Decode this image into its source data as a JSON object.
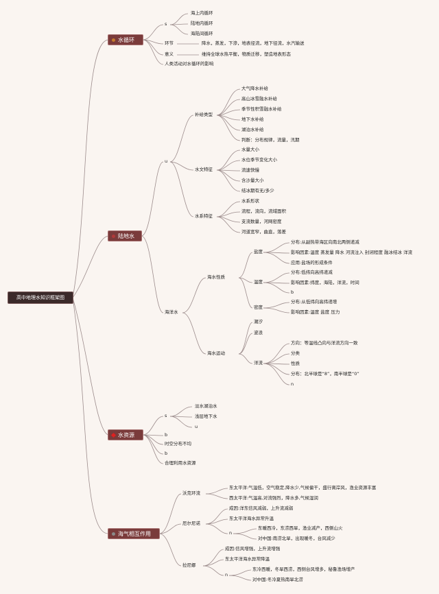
{
  "root": "高中地理水知识框架图",
  "branches": {
    "b1": {
      "title": "水循环",
      "icon": "bullet-icon",
      "icon_color": "#c47a2c",
      "s": "s",
      "s_items": [
        "海上内循环",
        "陆地内循环",
        "海陆间循环"
      ],
      "huanjie": "环节",
      "huanjie_text": "降水，蒸发，下渗，地表径流，地下径流，水汽输送",
      "yiyi": "意义",
      "yiyi_text": "维持全球水热平衡，物质迁移，塑造地表形态",
      "human": "人类活动对水循环的影响"
    },
    "b2": {
      "title": "陆地水",
      "icon": "bullet-icon",
      "icon_color": "#b03a3a",
      "u": "u",
      "bugei": "补给类型",
      "bugei_items": [
        "大气降水补给",
        "高山冰雪融水补给",
        "季节性积雪融水补给",
        "地下水补给",
        "湖泊水补给",
        "判断：分布规律，流量，汛期"
      ],
      "shuiwen": "水文特征",
      "shuiwen_items": [
        "水量大小",
        "水位季节变化大小",
        "流速快慢",
        "含沙量大小",
        "结冰期有无/多少"
      ],
      "shuixi": "水系特征",
      "shuixi_items": [
        "水系形状",
        "流程，流向，流域面积",
        "支流数量，河网密度",
        "河道宽窄，曲直，落差"
      ],
      "haiyang": "海洋水",
      "xingzhi": "海水性质",
      "yandu": "盐度",
      "yandu_items": [
        "分布:从副热带海区向南北两侧递减",
        "影响因素:温度 蒸发量 降水 河流注入 封闭程度 融冰结冰 洋流",
        "应用:盐场的形成条件"
      ],
      "wendu": "温度",
      "wendu_items": [
        "分布:低纬向高纬递减",
        "影响因素:纬度，海陆，洋流，时间",
        "b"
      ],
      "midu": "密度",
      "midu_items": [
        "分布:从低纬向高纬递增",
        "影响因素:温度 盐度 压力"
      ],
      "yundong": "海水运动",
      "yundong_items": [
        "潮汐",
        "波浪"
      ],
      "yangliu": "洋流",
      "yangliu_items": [
        "方向：等温线凸向与洋流方向一致",
        "分类",
        "性质",
        "分布：北半球是“8”，南半球是“0”",
        "n"
      ]
    },
    "b3": {
      "title": "水资源",
      "icon": "bullet-icon",
      "icon_color": "#e02020",
      "s": "s",
      "s_items": [
        "淡水湖泊水",
        "浅层地下水",
        "u"
      ],
      "b1": "b",
      "shikong": "时空分布不均",
      "b2": "b",
      "heli": "合理利用水资源"
    },
    "b4": {
      "title": "海气相互作用",
      "icon": "bullet-icon",
      "icon_color": "#8a8a8a",
      "woke": "沃克环流",
      "woke_items": [
        "东太平洋:气温低，空气稳定,降水少,气候偏干，盛行离岸风，渔业资源丰富",
        "西太平洋:气温高,对流强烈，降水多,气候湿润"
      ],
      "elnino": "厄尔尼诺",
      "elnino_items": [
        "成因:洋东信风减弱，上升流减弱",
        "东太平洋海水异常升温"
      ],
      "elnino_n": "n",
      "elnino_n_items": [
        "东暖西冷，东涝西旱，渔业减产，西侧山火",
        "对中国:南涝北旱，出现暖冬，台风减少"
      ],
      "lanina": "拉尼娜",
      "lanina_items": [
        "成因:信风增强，上升流增强",
        "东太平洋海水异常降温"
      ],
      "lanina_n": "n",
      "lanina_n_items": [
        "东冷西暖，冬旱西涝，西侧台风增多，秘鲁渔场增产",
        "对中国:冬冷夏热南旱北涝"
      ]
    }
  }
}
